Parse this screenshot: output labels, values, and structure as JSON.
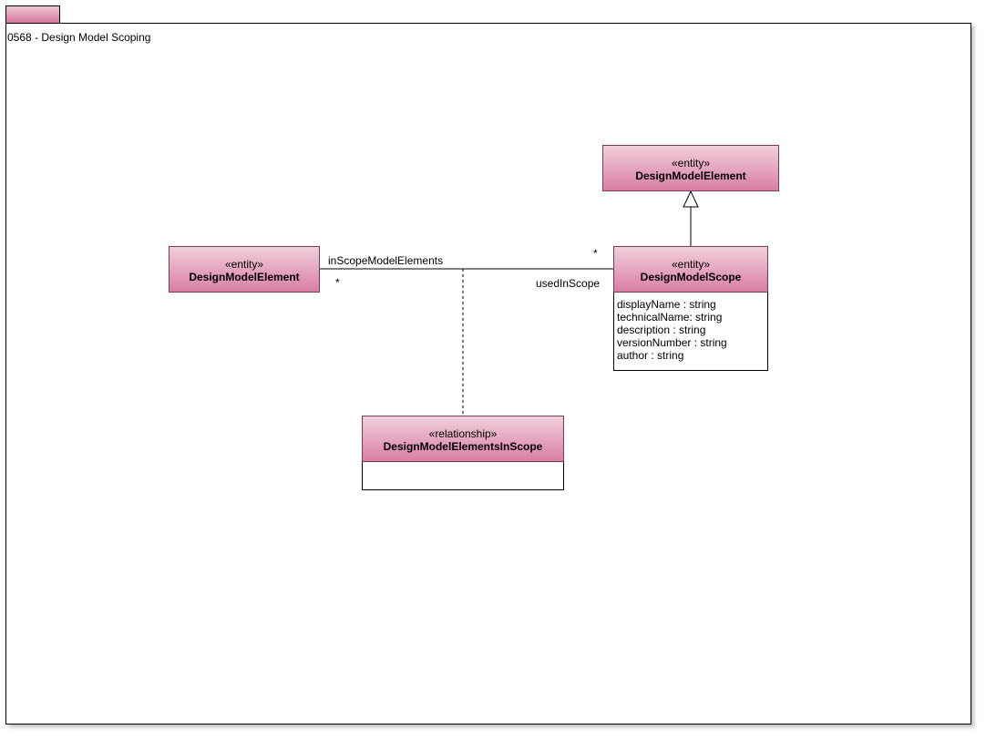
{
  "diagram": {
    "title": "0568 - Design Model Scoping",
    "classes": {
      "element_top": {
        "stereotype": "«entity»",
        "name": "DesignModelElement"
      },
      "element_left": {
        "stereotype": "«entity»",
        "name": "DesignModelElement"
      },
      "scope": {
        "stereotype": "«entity»",
        "name": "DesignModelScope",
        "attributes": [
          "displayName : string",
          "technicalName: string",
          "description : string",
          "versionNumber : string",
          "author : string"
        ]
      },
      "relationship": {
        "stereotype": "«relationship»",
        "name": "DesignModelElementsInScope"
      }
    },
    "association": {
      "left_role": "inScopeModelElements",
      "left_multiplicity": "*",
      "right_role": "usedInScope",
      "right_multiplicity": "*"
    },
    "colors": {
      "class_fill_top": "#f1cfdc",
      "class_fill_bottom": "#d97ea3",
      "class_border": "#7a3a5a"
    }
  }
}
